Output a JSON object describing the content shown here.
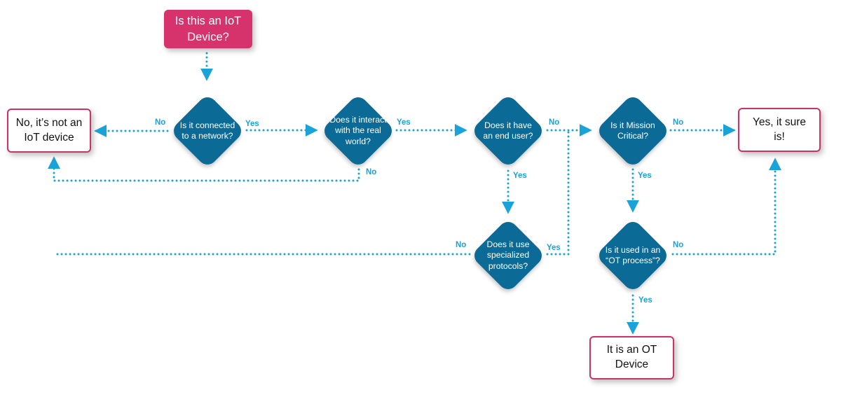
{
  "flowchart": {
    "start": "Is this an IoT Device?",
    "questions": {
      "connected": "Is it connected to a network?",
      "interact": "Does it interact with the real world?",
      "end_user": "Does it have an end user?",
      "protocols": "Does it use specialized protocols?",
      "mission": "Is it Mission Critical?",
      "ot_process": "Is it used in an “OT process”?"
    },
    "outcomes": {
      "not_iot": "No, it’s not an IoT device",
      "yes_iot": "Yes, it sure is!",
      "ot_device": "It is an OT Device"
    },
    "labels": {
      "connected_no": "No",
      "connected_yes": "Yes",
      "interact_yes": "Yes",
      "interact_no": "No",
      "end_user_no": "No",
      "end_user_yes": "Yes",
      "protocols_no": "No",
      "protocols_yes": "Yes",
      "mission_no": "No",
      "mission_yes": "Yes",
      "ot_process_no": "No",
      "ot_process_yes": "Yes"
    },
    "colors": {
      "start_fill": "#d6336c",
      "outcome_border": "#c93468",
      "decision_fill": "#0c6b96",
      "connector": "#1aa3d9"
    }
  }
}
